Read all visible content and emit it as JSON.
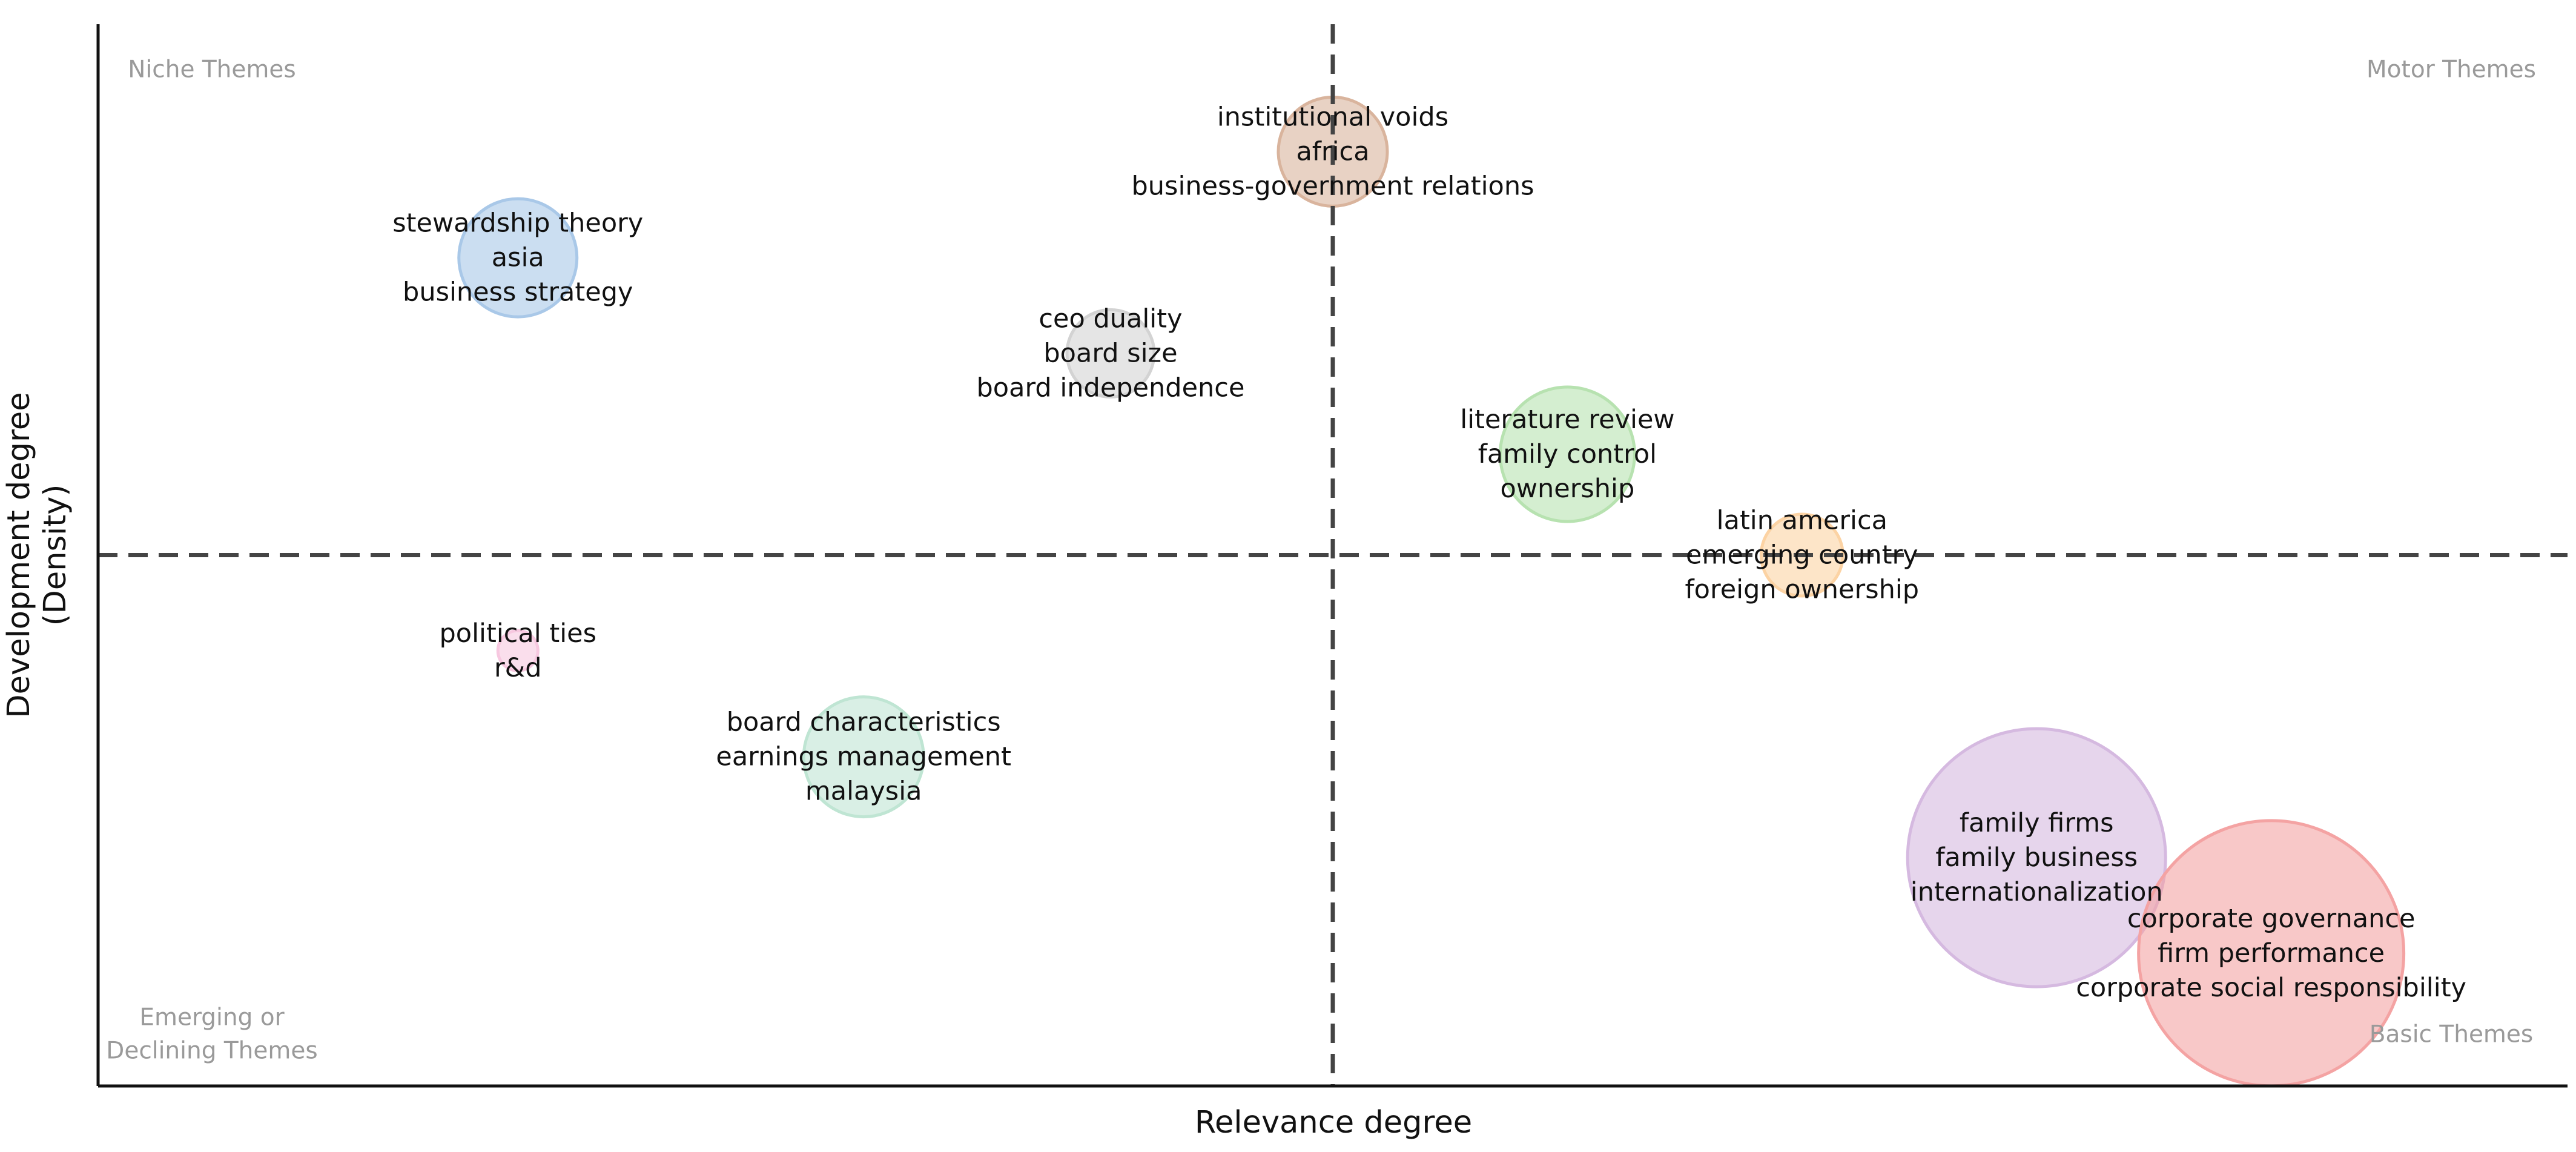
{
  "chart_data": {
    "type": "scatter",
    "subtype": "bubble",
    "title": "",
    "xlabel": "Relevance degree",
    "ylabel": [
      "Development degree",
      "(Density)"
    ],
    "xlim": [
      0,
      1
    ],
    "ylim": [
      0,
      1
    ],
    "quadrant_dividers": {
      "x": 0.5,
      "y": 0.5,
      "style": "dashed"
    },
    "grid": false,
    "quadrant_labels": {
      "top_left": [
        "Niche Themes"
      ],
      "top_right": [
        "Motor Themes"
      ],
      "bottom_left": [
        "Emerging or",
        "Declining Themes"
      ],
      "bottom_right": [
        "Basic Themes"
      ]
    },
    "points": [
      {
        "x": 0.5,
        "y": 0.88,
        "size": 0.6,
        "color": "#d9b49d",
        "labels": [
          "institutional voids",
          "africa",
          "business-government relations"
        ]
      },
      {
        "x": 0.17,
        "y": 0.78,
        "size": 0.65,
        "color": "#a9c8e8",
        "labels": [
          "stewardship theory",
          "asia",
          "business strategy"
        ]
      },
      {
        "x": 0.41,
        "y": 0.69,
        "size": 0.48,
        "color": "#d3d3d3",
        "labels": [
          "ceo duality",
          "board size",
          "board independence"
        ]
      },
      {
        "x": 0.595,
        "y": 0.595,
        "size": 0.74,
        "color": "#b7e2b0",
        "labels": [
          "literature review",
          "family control",
          "ownership"
        ]
      },
      {
        "x": 0.69,
        "y": 0.5,
        "size": 0.45,
        "color": "#fcd3a4",
        "labels": [
          "latin america",
          "emerging country",
          "foreign ownership"
        ]
      },
      {
        "x": 0.17,
        "y": 0.41,
        "size": 0.22,
        "color": "#f7c8e0",
        "labels": [
          "political ties",
          "r&d"
        ]
      },
      {
        "x": 0.31,
        "y": 0.31,
        "size": 0.66,
        "color": "#bfe5d3",
        "labels": [
          "board characteristics",
          "earnings management",
          "malaysia"
        ]
      },
      {
        "x": 0.785,
        "y": 0.215,
        "size": 1.42,
        "color": "#d5b9e0",
        "labels": [
          "family firms",
          "family business",
          "internationalization"
        ]
      },
      {
        "x": 0.88,
        "y": 0.125,
        "size": 1.46,
        "color": "#f4a3a3",
        "labels": [
          "corporate governance",
          "firm performance",
          "corporate social responsibility"
        ]
      }
    ]
  }
}
